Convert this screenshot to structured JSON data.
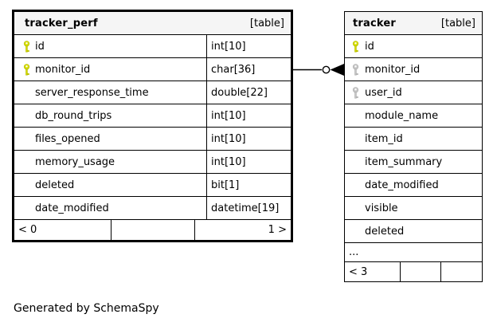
{
  "page": {
    "generated_note": "Generated by SchemaSpy"
  },
  "colors": {
    "primary_key": "#d6dd00",
    "primary_key_stroke": "#b2b800",
    "foreign_key": "#c6c6c6",
    "foreign_key_stroke": "#adadad",
    "node_border": "#000000",
    "header_bg": "#f5f5f5"
  },
  "tables": [
    {
      "name": "tracker_perf",
      "badge": "[table]",
      "columns": [
        {
          "name": "id",
          "type": "int[10]",
          "key": "primary"
        },
        {
          "name": "monitor_id",
          "type": "char[36]",
          "key": "primary"
        },
        {
          "name": "server_response_time",
          "type": "double[22]",
          "key": ""
        },
        {
          "name": "db_round_trips",
          "type": "int[10]",
          "key": ""
        },
        {
          "name": "files_opened",
          "type": "int[10]",
          "key": ""
        },
        {
          "name": "memory_usage",
          "type": "int[10]",
          "key": ""
        },
        {
          "name": "deleted",
          "type": "bit[1]",
          "key": ""
        },
        {
          "name": "date_modified",
          "type": "datetime[19]",
          "key": ""
        }
      ],
      "footer": {
        "left": "< 0",
        "middle": "",
        "right": "1 >"
      }
    },
    {
      "name": "tracker",
      "badge": "[table]",
      "columns": [
        {
          "name": "id",
          "key": "primary"
        },
        {
          "name": "monitor_id",
          "key": "foreign"
        },
        {
          "name": "user_id",
          "key": "foreign"
        },
        {
          "name": "module_name",
          "key": ""
        },
        {
          "name": "item_id",
          "key": ""
        },
        {
          "name": "item_summary",
          "key": ""
        },
        {
          "name": "date_modified",
          "key": ""
        },
        {
          "name": "visible",
          "key": ""
        },
        {
          "name": "deleted",
          "key": ""
        }
      ],
      "ellipsis": "...",
      "footer": {
        "left": "< 3",
        "middle": "",
        "right": ""
      }
    }
  ]
}
